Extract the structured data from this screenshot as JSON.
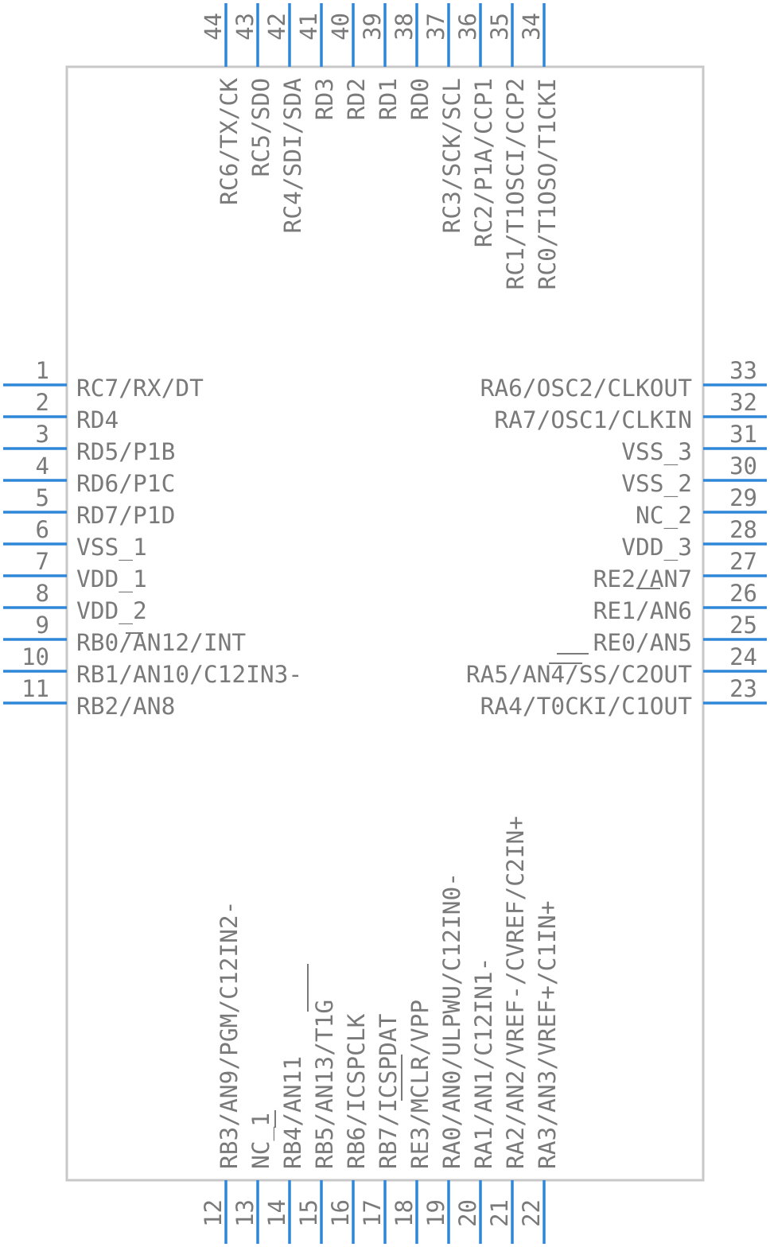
{
  "pins": [
    {
      "num": "1",
      "label": "RC7/RX/DT"
    },
    {
      "num": "2",
      "label": "RD4"
    },
    {
      "num": "3",
      "label": "RD5/P1B"
    },
    {
      "num": "4",
      "label": "RD6/P1C"
    },
    {
      "num": "5",
      "label": "RD7/P1D"
    },
    {
      "num": "6",
      "label": "VSS_1"
    },
    {
      "num": "7",
      "label": "VDD_1"
    },
    {
      "num": "8",
      "label": "VDD_2"
    },
    {
      "num": "9",
      "label": "RB0/AN12/INT"
    },
    {
      "num": "10",
      "label": "RB1/AN10/C12IN3-"
    },
    {
      "num": "11",
      "label": "RB2/AN8"
    },
    {
      "num": "12",
      "label": "RB3/AN9/PGM/C12IN2-"
    },
    {
      "num": "13",
      "label": "NC_1"
    },
    {
      "num": "14",
      "label": "RB4/AN11"
    },
    {
      "num": "15",
      "label": "RB5/AN13/T1G"
    },
    {
      "num": "16",
      "label": "RB6/ICSPCLK"
    },
    {
      "num": "17",
      "label": "RB7/ICSPDAT"
    },
    {
      "num": "18",
      "label": "RE3/MCLR/VPP"
    },
    {
      "num": "19",
      "label": "RA0/AN0/ULPWU/C12IN0-"
    },
    {
      "num": "20",
      "label": "RA1/AN1/C12IN1-"
    },
    {
      "num": "21",
      "label": "RA2/AN2/VREF-/CVREF/C2IN+"
    },
    {
      "num": "22",
      "label": "RA3/AN3/VREF+/C1IN+"
    },
    {
      "num": "23",
      "label": "RA4/T0CKI/C1OUT"
    },
    {
      "num": "24",
      "label": "RA5/AN4/SS/C2OUT"
    },
    {
      "num": "25",
      "label": "RE0/AN5"
    },
    {
      "num": "26",
      "label": "RE1/AN6"
    },
    {
      "num": "27",
      "label": "RE2/AN7"
    },
    {
      "num": "28",
      "label": "VDD_3"
    },
    {
      "num": "29",
      "label": "NC_2"
    },
    {
      "num": "30",
      "label": "VSS_2"
    },
    {
      "num": "31",
      "label": "VSS_3"
    },
    {
      "num": "32",
      "label": "RA7/OSC1/CLKIN"
    },
    {
      "num": "33",
      "label": "RA6/OSC2/CLKOUT"
    },
    {
      "num": "34",
      "label": "RC0/T1OSO/T1CKI"
    },
    {
      "num": "35",
      "label": "RC1/T1OSCI/CCP2"
    },
    {
      "num": "36",
      "label": "RC2/P1A/CCP1"
    },
    {
      "num": "37",
      "label": "RC3/SCK/SCL"
    },
    {
      "num": "38",
      "label": "RD0"
    },
    {
      "num": "39",
      "label": "RD1"
    },
    {
      "num": "40",
      "label": "RD2"
    },
    {
      "num": "41",
      "label": "RD3"
    },
    {
      "num": "42",
      "label": "RC4/SDI/SDA"
    },
    {
      "num": "43",
      "label": "RC5/SDO"
    },
    {
      "num": "44",
      "label": "RC6/TX/CK"
    }
  ],
  "colors": {
    "pin_line": "#2f87d8",
    "text": "#7a7a7a",
    "body_outline": "#c8c8c8"
  }
}
